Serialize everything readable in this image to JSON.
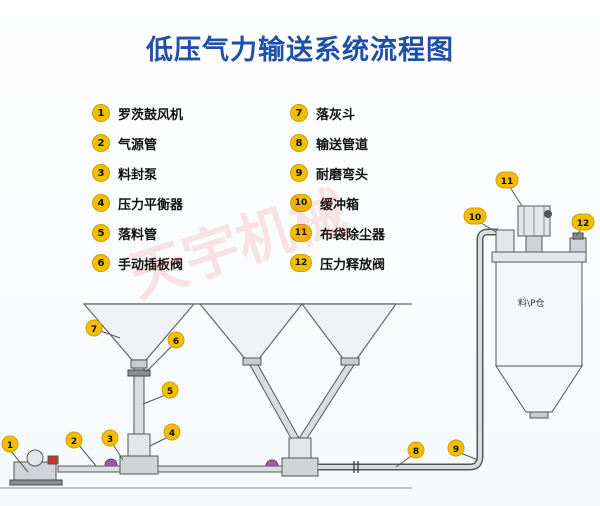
{
  "title": "低压气力输送系统流程图",
  "legend_left": [
    {
      "num": "1",
      "label": "罗茨鼓风机"
    },
    {
      "num": "2",
      "label": "气源管"
    },
    {
      "num": "3",
      "label": "料封泵"
    },
    {
      "num": "4",
      "label": "压力平衡器"
    },
    {
      "num": "5",
      "label": "落料管"
    },
    {
      "num": "6",
      "label": "手动插板阀"
    }
  ],
  "legend_right": [
    {
      "num": "7",
      "label": "落灰斗"
    },
    {
      "num": "8",
      "label": "输送管道"
    },
    {
      "num": "9",
      "label": "耐磨弯头"
    },
    {
      "num": "10",
      "label": "缓冲箱"
    },
    {
      "num": "11",
      "label": "布袋除尘器"
    },
    {
      "num": "12",
      "label": "压力释放阀"
    }
  ],
  "diagram_callouts": [
    "1",
    "2",
    "3",
    "4",
    "5",
    "6",
    "7",
    "8",
    "9",
    "10",
    "11",
    "12"
  ],
  "silo_label": "料\\P仓",
  "watermark": "天宇机械",
  "colors": {
    "title": "#1f4fa8",
    "badge": "#f0c000",
    "pipe_outline": "#555555",
    "pipe_fill": "#c7ccd2",
    "leader": "#555555"
  }
}
